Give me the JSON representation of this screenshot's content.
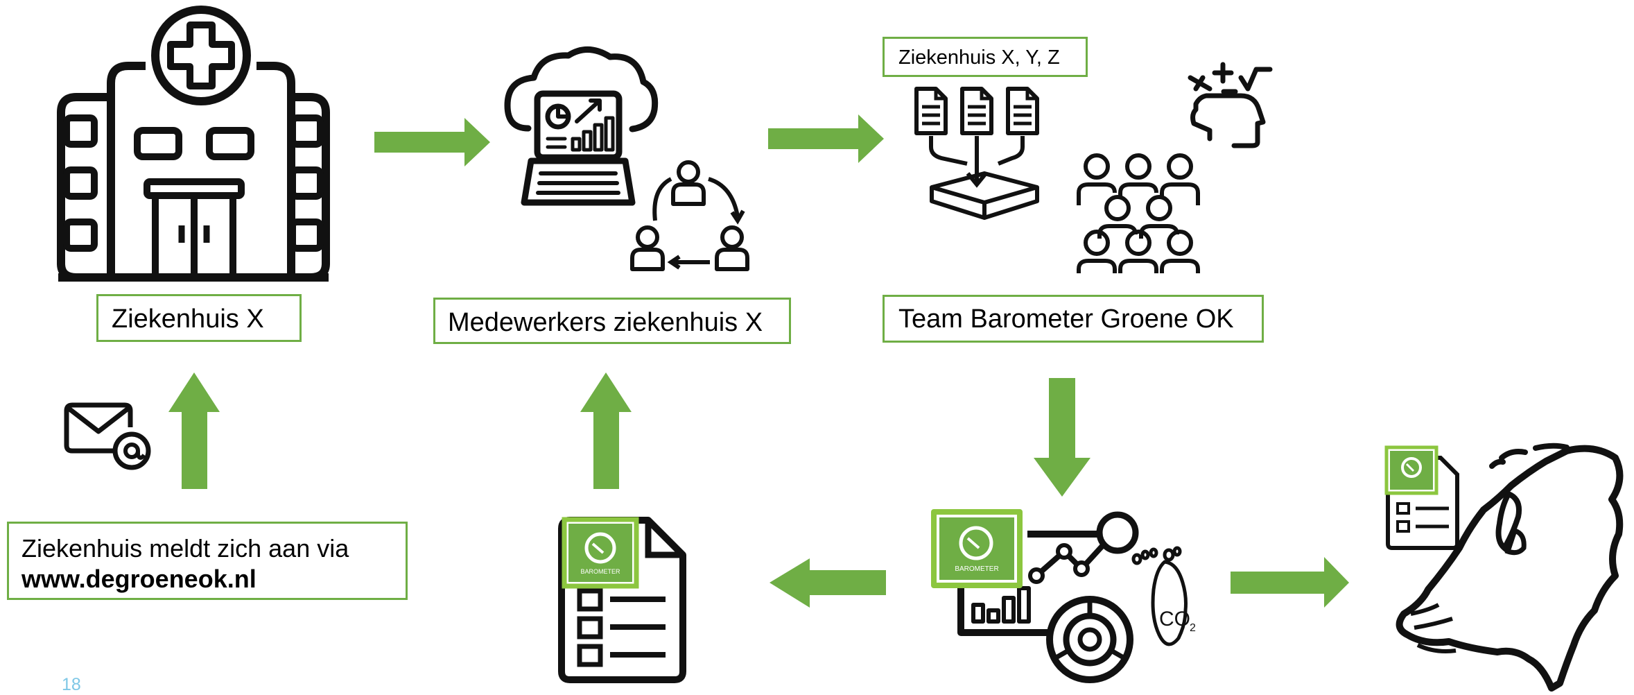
{
  "labels": {
    "hospital": "Ziekenhuis X",
    "staff": "Medewerkers ziekenhuis X",
    "team": "Team Barometer Groene OK",
    "hospitals_xyz": "Ziekenhuis X, Y, Z",
    "signup_line1": "Ziekenhuis meldt zich aan via",
    "signup_url": "www.degroeneok.nl"
  },
  "badge_text": "BAROMETER",
  "page_number": "18",
  "icons": [
    "hospital-icon",
    "cloud-laptop-analytics-icon",
    "team-cycle-icon",
    "documents-to-database-icon",
    "calculation-head-icon",
    "group-of-people-icon",
    "email-icon",
    "barometer-report-icon",
    "co2-dashboard-icon",
    "co2-footprint-icon",
    "netherlands-map-icon"
  ],
  "colors": {
    "accent": "#6fae45",
    "badge": "#8cc63f",
    "page_number": "#7ec7e6",
    "icon": "#111111"
  }
}
